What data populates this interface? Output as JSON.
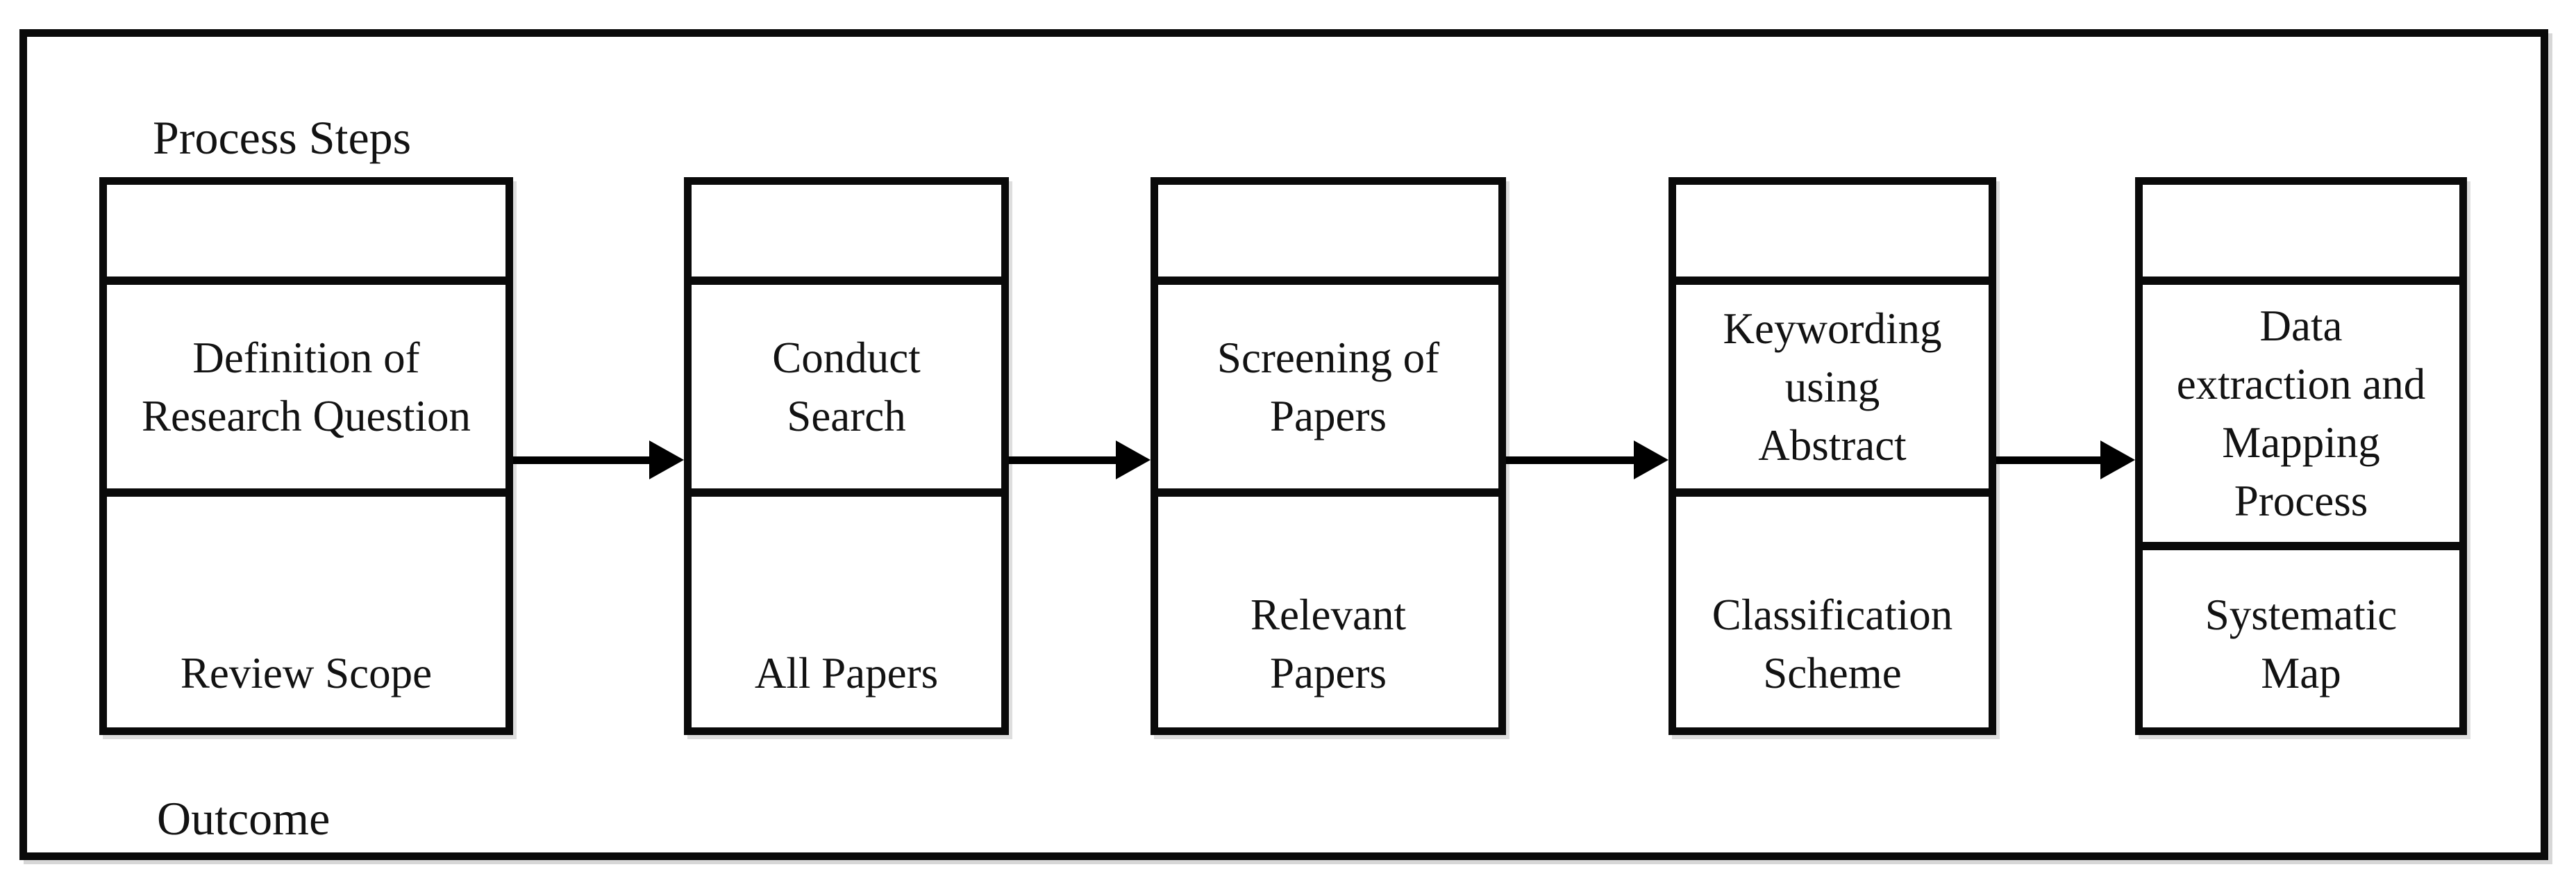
{
  "diagram": {
    "region_labels": {
      "top": "Process Steps",
      "bottom": "Outcome"
    },
    "columns": [
      {
        "step": "Definition of\nResearch Question",
        "outcome": "Review Scope"
      },
      {
        "step": "Conduct\nSearch",
        "outcome": "All Papers"
      },
      {
        "step": "Screening of\nPapers",
        "outcome": "Relevant\nPapers"
      },
      {
        "step": "Keywording\nusing\nAbstract",
        "outcome": "Classification\nScheme"
      },
      {
        "step": "Data\nextraction and\nMapping\nProcess",
        "outcome": "Systematic\nMap"
      }
    ],
    "flow": {
      "direction": "left-to-right",
      "arrow_count": 4
    },
    "colors": {
      "line": "#000000",
      "background": "#ffffff",
      "text": "#121212"
    }
  }
}
